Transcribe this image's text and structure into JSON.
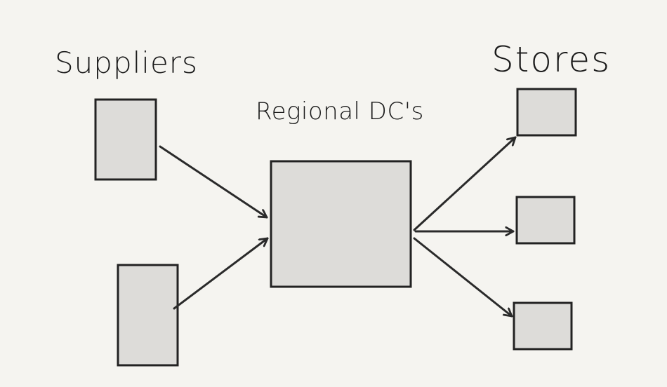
{
  "labels": {
    "suppliers": "Suppliers",
    "regional_dc": "Regional DC's",
    "stores": "Stores"
  },
  "colors": {
    "background": "#f5f4f0",
    "box_fill": "#dddcd9",
    "stroke": "#222222"
  }
}
